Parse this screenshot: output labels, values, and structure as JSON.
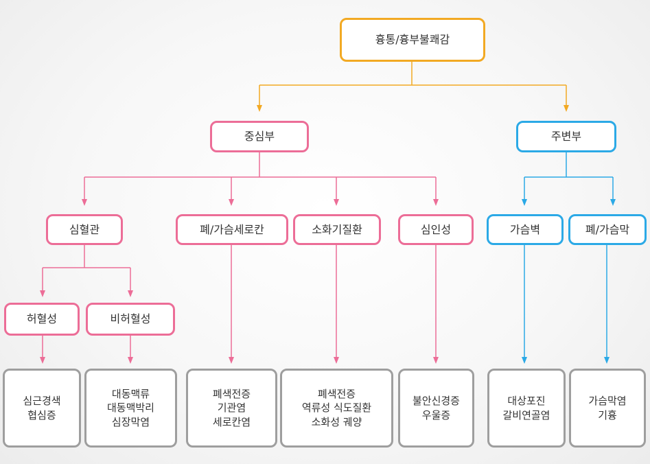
{
  "root": {
    "label": "흉통/흉부불쾌감"
  },
  "central": {
    "label": "중심부"
  },
  "peripheral": {
    "label": "주변부"
  },
  "cardiovascular": {
    "label": "심혈관"
  },
  "pulmonary_chest": {
    "label": "폐/가슴세로칸"
  },
  "digestive": {
    "label": "소화기질환"
  },
  "psychogenic": {
    "label": "심인성"
  },
  "chest_wall": {
    "label": "가슴벽"
  },
  "pleura": {
    "label": "폐/가슴막"
  },
  "ischemic": {
    "label": "허혈성"
  },
  "non_ischemic": {
    "label": "비허혈성"
  },
  "leaf_ischemic": [
    "심근경색",
    "협심증"
  ],
  "leaf_non_ischemic": [
    "대동맥류",
    "대동맥박리",
    "심장막염"
  ],
  "leaf_pulmonary": [
    "폐색전증",
    "기관염",
    "세로칸염"
  ],
  "leaf_digestive": [
    "폐색전증",
    "역류성 식도질환",
    "소화성 궤양"
  ],
  "leaf_psychogenic": [
    "불안신경증",
    "우울증"
  ],
  "leaf_chest_wall": [
    "대상포진",
    "갈비연골염"
  ],
  "leaf_pleura": [
    "가슴막염",
    "기흉"
  ],
  "colors": {
    "root": "#f2a923",
    "central": "#ec6d97",
    "peripheral": "#2ba9e6",
    "leaf": "#9e9e9e"
  }
}
